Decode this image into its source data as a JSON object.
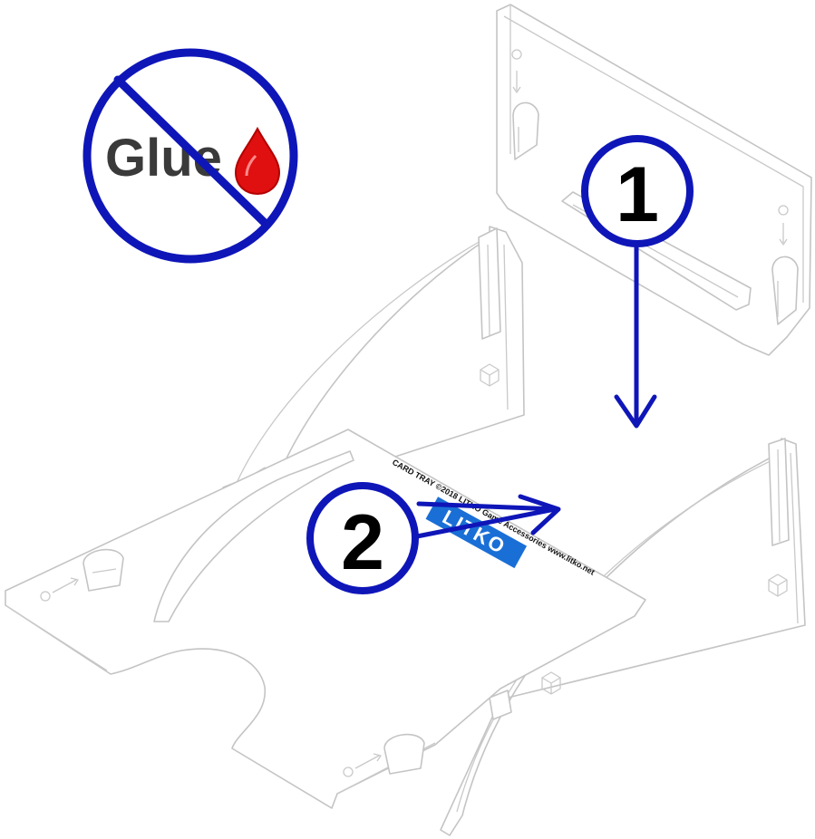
{
  "no_glue_sign": {
    "label": "Glue",
    "ring_color": "#0f16b8",
    "drop_color": "#e01010",
    "icon": "no-glue-prohibition-icon"
  },
  "steps": [
    {
      "number": "1",
      "icon": "down-arrow-icon"
    },
    {
      "number": "2",
      "icon": "slide-arrow-icon"
    }
  ],
  "engraving": {
    "line1": "CARD TRAY ©2018 LITKO Game Accessories www.litko.net",
    "brand": "LITKO"
  },
  "colors": {
    "accent": "#0f16b8",
    "part_outline": "#c4c4c4",
    "brand_plate": "#1a6fd6"
  }
}
